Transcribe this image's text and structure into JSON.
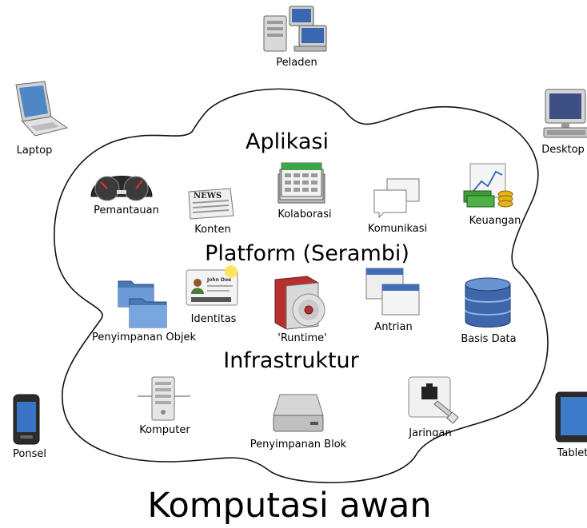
{
  "title": "Komputasi awan",
  "sections": {
    "applications": "Aplikasi",
    "platform": "Platform (Serambi)",
    "infrastructure": "Infrastruktur"
  },
  "devices": {
    "server": "Peladen",
    "laptop": "Laptop",
    "desktop": "Desktop",
    "phone": "Ponsel",
    "tablet": "Tablet"
  },
  "applications": {
    "monitoring": "Pemantauan",
    "content": "Konten",
    "collaboration": "Kolaborasi",
    "communication": "Komunikasi",
    "finance": "Keuangan"
  },
  "platform": {
    "identity": "Identitas",
    "object_storage": "Penyimpanan Objek",
    "runtime": "'Runtime'",
    "queue": "Antrian",
    "database": "Basis Data"
  },
  "infrastructure": {
    "compute": "Komputer",
    "block_storage": "Penyimpanan Blok",
    "network": "Jaringan"
  },
  "icon_text": {
    "news": "NEWS",
    "badge_name": "John Doe"
  }
}
